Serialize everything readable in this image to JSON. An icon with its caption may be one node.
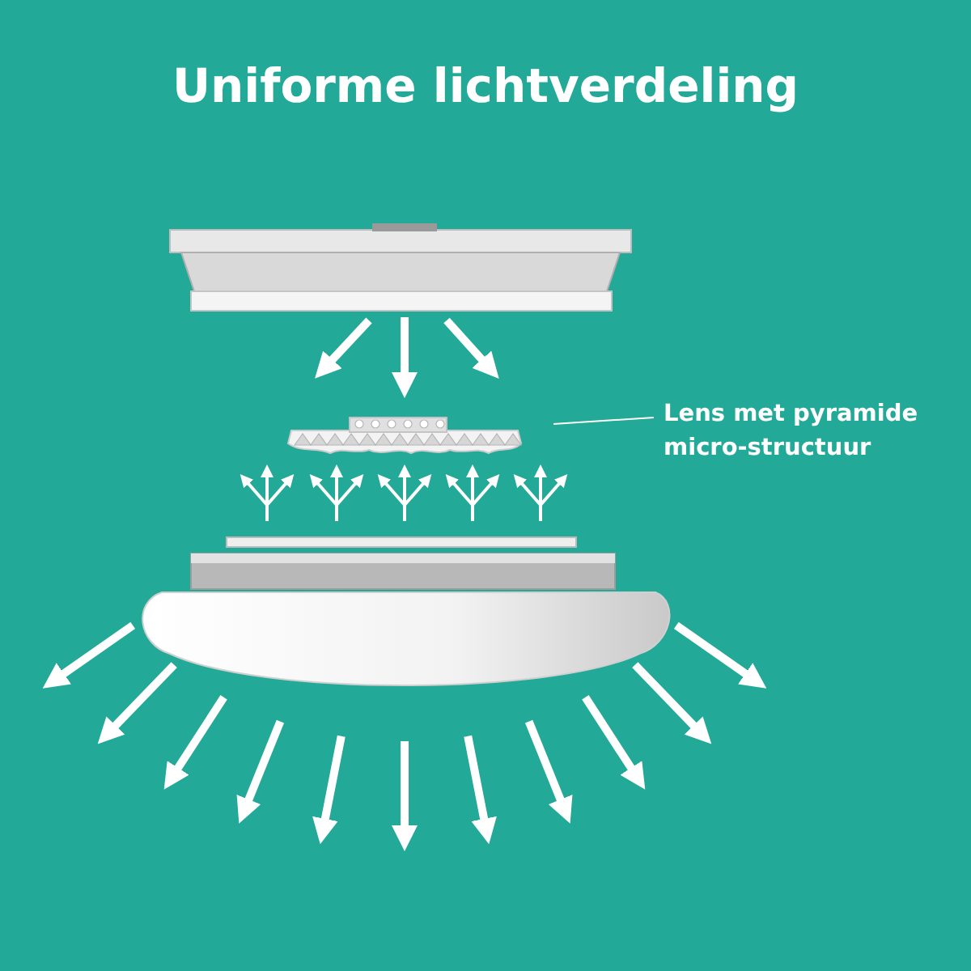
{
  "diagram": {
    "title": "Uniforme lichtverdeling",
    "nodes": [
      {
        "text": [
          "Lens met pyramide micro-structuur"
        ]
      },
      {
        "text": [],
        "shape": "picture"
      }
    ],
    "edges": [
      {
        "from": 0,
        "to": 1,
        "arrow": "none"
      }
    ]
  }
}
